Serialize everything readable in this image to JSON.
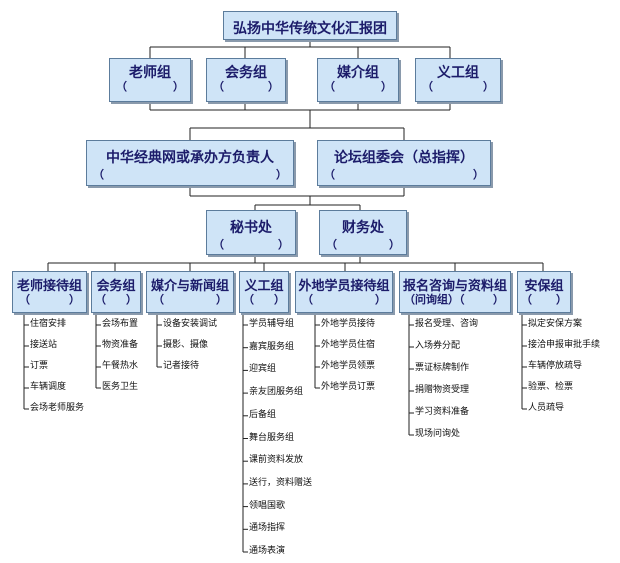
{
  "title": "弘扬中华传统文化汇报团",
  "open_paren": "（",
  "close_paren": "）",
  "tier1": [
    {
      "id": "t1a",
      "label": "老师组"
    },
    {
      "id": "t1b",
      "label": "会务组"
    },
    {
      "id": "t1c",
      "label": "媒介组"
    },
    {
      "id": "t1d",
      "label": "义工组"
    }
  ],
  "tier2": [
    {
      "id": "t2a",
      "label": "中华经典网或承办方负责人"
    },
    {
      "id": "t2b",
      "label": "论坛组委会（总指挥）"
    }
  ],
  "tier3": [
    {
      "id": "t3a",
      "label": "秘书处"
    },
    {
      "id": "t3b",
      "label": "财务处"
    }
  ],
  "departments": [
    {
      "id": "d1",
      "label": "老师接待组",
      "items": [
        "住宿安排",
        "接送站",
        "订票",
        "车辆调度",
        "会场老师服务"
      ]
    },
    {
      "id": "d2",
      "label": "会务组",
      "items": [
        "会场布置",
        "物资准备",
        "午餐热水",
        "医务卫生"
      ]
    },
    {
      "id": "d3",
      "label": "媒介与新闻组",
      "items": [
        "设备安装调试",
        "摄影、摄像",
        "记者接待"
      ]
    },
    {
      "id": "d4",
      "label": "义工组",
      "items": [
        "学员辅导组",
        "嘉宾服务组",
        "迎宾组",
        "亲友团服务组",
        "后备组",
        "舞台服务组",
        "课前资料发放",
        "送行，资料赠送",
        "领唱国歌",
        "通场指挥",
        "通场表演"
      ]
    },
    {
      "id": "d5",
      "label": "外地学员接待组",
      "items": [
        "外地学员接待",
        "外地学员住宿",
        "外地学员领票",
        "外地学员订票"
      ]
    },
    {
      "id": "d6",
      "label": "报名咨询与资料组",
      "sublabel": "（问询组）（",
      "items": [
        "报名受理、咨询",
        "入场券分配",
        "票证标牌制作",
        "捐赠物资受理",
        "学习资料准备",
        "现场问询处"
      ]
    },
    {
      "id": "d7",
      "label": "安保组",
      "items": [
        "拟定安保方案",
        "接洽申报审批手续",
        "车辆停放疏导",
        "验票、检票",
        "人员疏导"
      ]
    }
  ]
}
